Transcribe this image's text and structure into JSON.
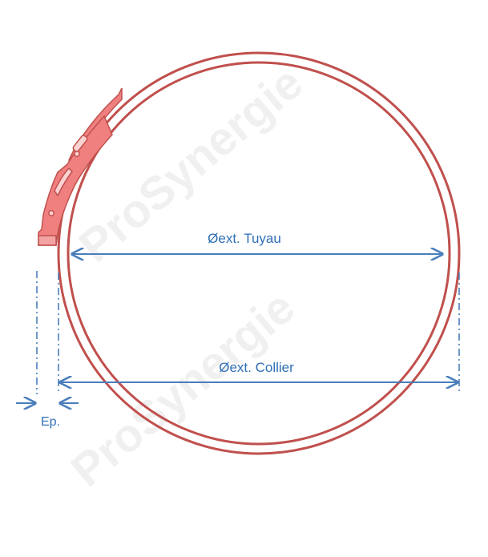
{
  "diagram": {
    "labels": {
      "pipe_diameter": "Øext. Tuyau",
      "clamp_diameter": "Øext. Collier",
      "thickness": "Ep."
    },
    "watermark": "ProSynergie",
    "colors": {
      "ring": "#c0504d",
      "clamp_fill": "#f08080",
      "clamp_stroke": "#c0504d",
      "dimension": "#4a7ebb",
      "label": "#2f6fb7",
      "watermark": "#d7d7d7"
    }
  }
}
